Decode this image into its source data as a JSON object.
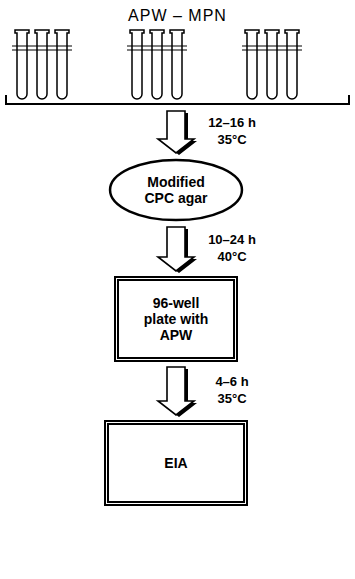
{
  "diagram": {
    "nodes": [
      {
        "text": [
          "APW – MPN"
        ]
      },
      {
        "text": [
          "Modified CPC agar"
        ]
      },
      {
        "text": [
          "96-well plate with APW"
        ]
      },
      {
        "text": [
          "EIA"
        ]
      }
    ],
    "edges": [
      {
        "from": 0,
        "to": 1,
        "arrow": "to",
        "label": "12–16 h 35°C"
      },
      {
        "from": 1,
        "to": 2,
        "arrow": "to",
        "label": "10–24 h 40°C"
      },
      {
        "from": 2,
        "to": 3,
        "arrow": "to",
        "label": "4–6 h 35°C"
      }
    ]
  }
}
